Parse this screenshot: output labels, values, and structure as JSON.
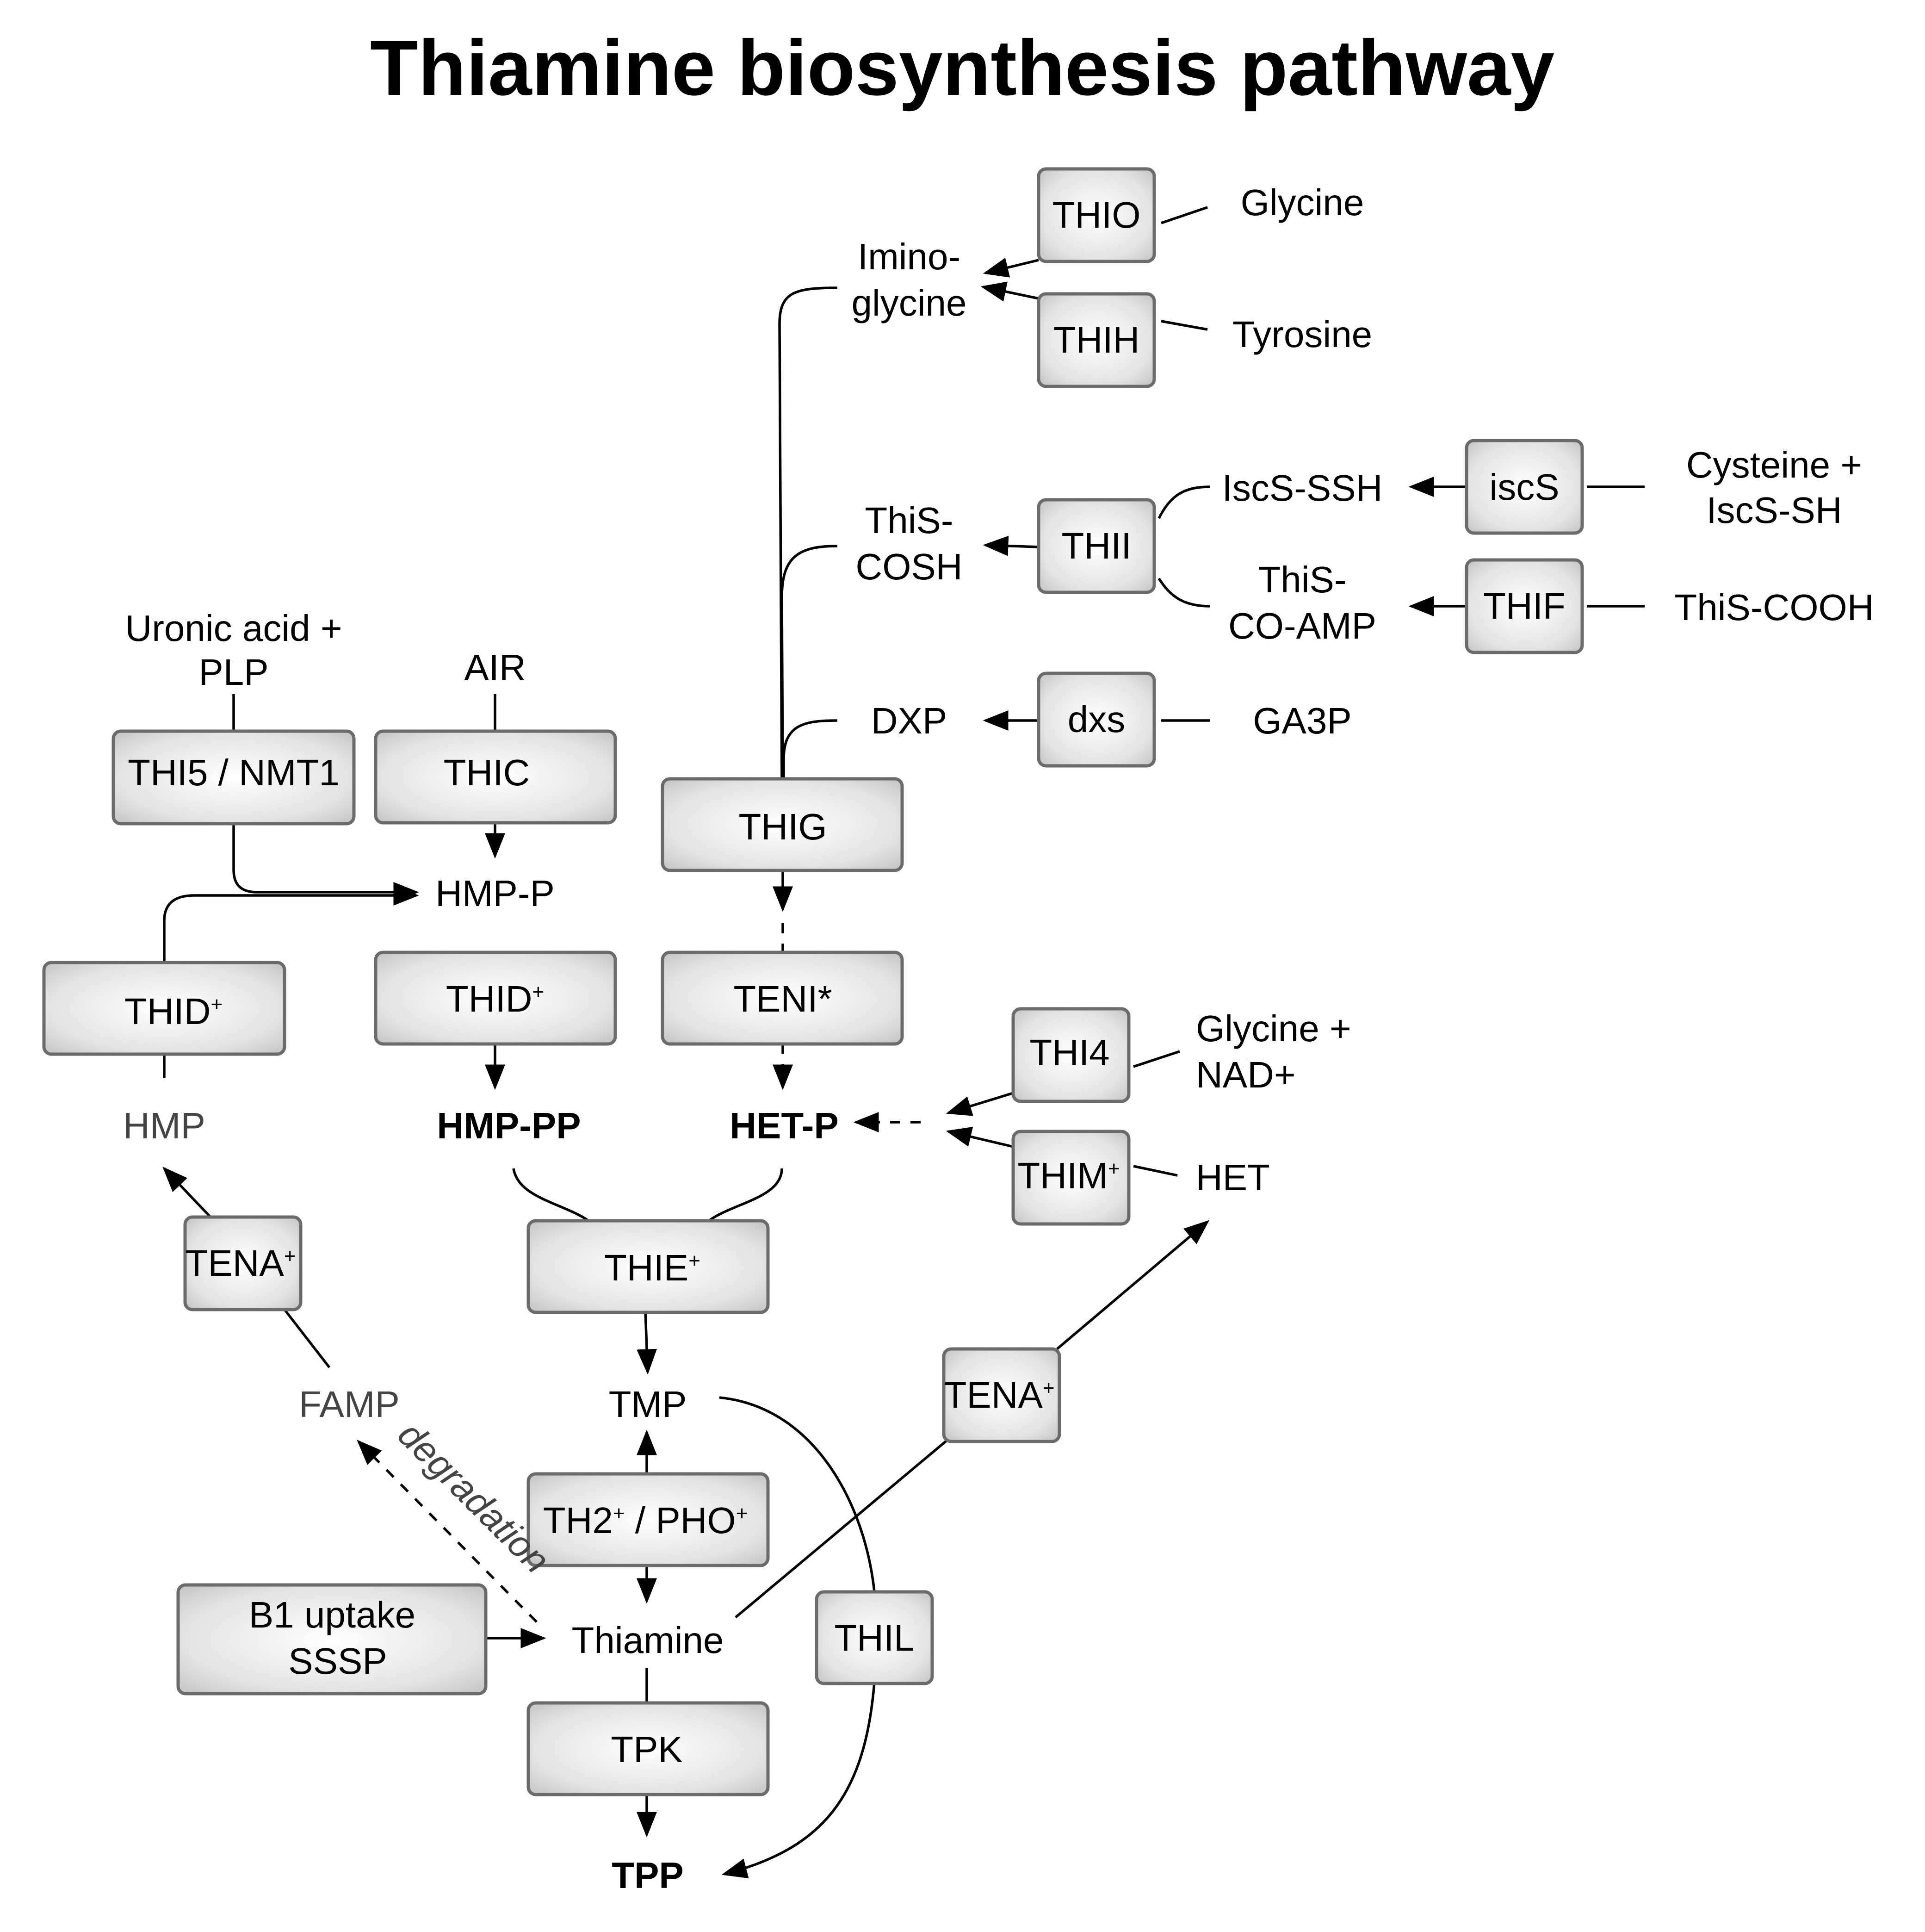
{
  "title": "Thiamine biosynthesis pathway",
  "enzymes": {
    "thio": "THIO",
    "thih": "THIH",
    "thii": "THII",
    "iscs": "iscS",
    "thif": "THIF",
    "dxs": "dxs",
    "thi5": "THI5 / NMT1",
    "thic": "THIC",
    "thig": "THIG",
    "thid_left": "THID",
    "thid_mid": "THID",
    "teni": "TENI*",
    "thi4": "THI4",
    "thim": "THIM",
    "tena_left": "TENA",
    "thie": "THIE",
    "tena_right": "TENA",
    "th2_pho": "TH2 / PHO",
    "thil": "THIL",
    "b1_uptake_line1": "B1 uptake",
    "b1_uptake_line2": "SSSP",
    "tpk": "TPK"
  },
  "superscript": "+",
  "metabolites": {
    "glycine": "Glycine",
    "tyrosine": "Tyrosine",
    "iminoglycine_line1": "Imino-",
    "iminoglycine_line2": "glycine",
    "iscs_ssh": "IscS-SSH",
    "cysteine_line1": "Cysteine +",
    "cysteine_line2": "IscS-SH",
    "this_cosh_line1": "ThiS-",
    "this_cosh_line2": "COSH",
    "this_coamp_line1": "ThiS-",
    "this_coamp_line2": "CO-AMP",
    "this_cooh": "ThiS-COOH",
    "dxp": "DXP",
    "ga3p": "GA3P",
    "uronic_line1": "Uronic acid +",
    "uronic_line2": "PLP",
    "air": "AIR",
    "hmp_p": "HMP-P",
    "hmp": "HMP",
    "hmp_pp": "HMP-PP",
    "het_p": "HET-P",
    "glycine_nad_line1": "Glycine +",
    "glycine_nad_line2": "NAD+",
    "het": "HET",
    "famp": "FAMP",
    "tmp": "TMP",
    "thiamine": "Thiamine",
    "tpp": "TPP"
  },
  "annotations": {
    "degradation": "degradation"
  }
}
